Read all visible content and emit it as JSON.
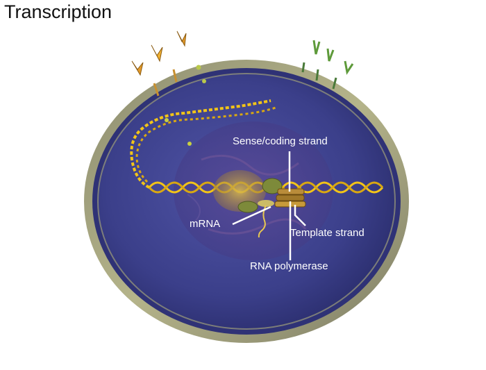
{
  "title": "Transcription",
  "labels": {
    "sense_strand": "Sense/coding strand",
    "mrna": "mRNA",
    "template_strand": "Template strand",
    "rna_polymerase": "RNA polymerase"
  },
  "colors": {
    "membrane": "#a6a57a",
    "cytoplasm": "#3a3f87",
    "nucleus": "#4a3a86",
    "dna": "#f2c418",
    "polymerase": "#7d8a3a",
    "label_text": "#ffffff"
  }
}
